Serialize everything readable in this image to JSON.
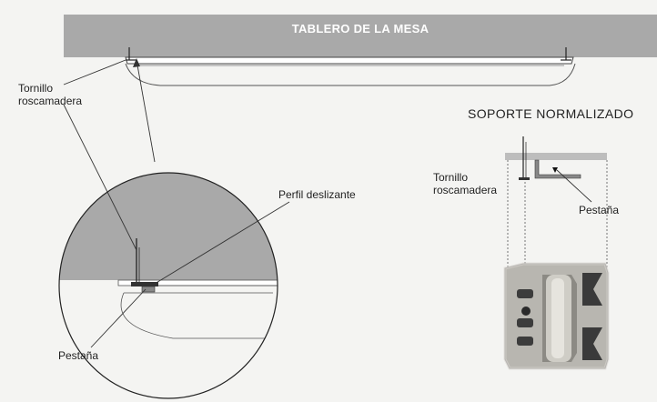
{
  "header": {
    "title": "TABLERO DE LA MESA"
  },
  "labels": {
    "tornillo_left": [
      "Tornillo",
      "roscamadera"
    ],
    "tornillo_right": [
      "Tornillo",
      "roscamadera"
    ],
    "soporte_title": "SOPORTE NORMALIZADO",
    "perfil": "Perfil deslizante",
    "pestana_left": "Pestaña",
    "pestana_right": "Pestaña"
  },
  "colors": {
    "tabletop": "#a9a9a9",
    "background": "#f4f4f2",
    "lines": "#333333"
  }
}
